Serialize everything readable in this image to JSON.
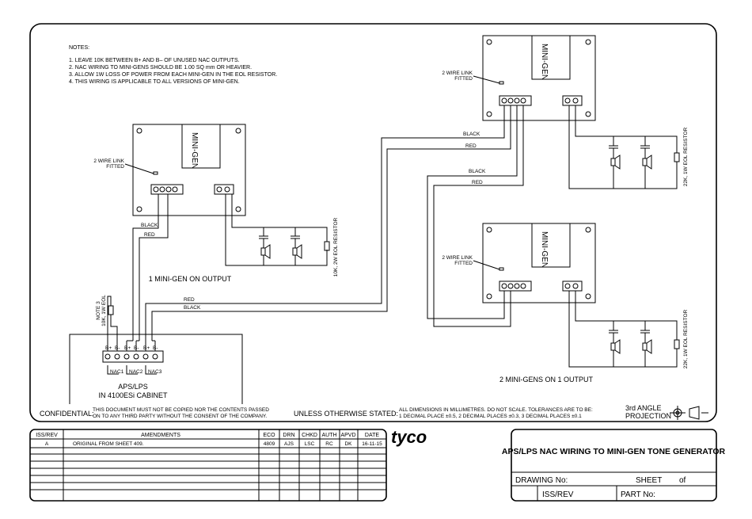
{
  "notes": {
    "heading": "NOTES:",
    "items": [
      "1.  LEAVE 10K BETWEEN B+ AND B– OF UNUSED NAC OUTPUTS.",
      "2.  NAC WIRING TO MINI-GENS SHOULD BE 1.00 SQ mm OR HEAVIER.",
      "3.  ALLOW 1W LOSS OF POWER FROM EACH MINI-GEN IN THE EOL RESISTOR.",
      "4.  THIS WIRING IS APPLICABLE TO ALL VERSIONS OF MINI-GEN."
    ]
  },
  "labels": {
    "mini_gen": "MINI-GEN",
    "two_wire_link": "2 WIRE LINK",
    "fitted": "FITTED",
    "black": "BLACK",
    "red": "RED",
    "eol_2w": "10K, 2W EOL RESISTOR",
    "eol_1w": "22K, 1W EOL RESISTOR",
    "note3_a": "NOTE 3",
    "note3_b": "10K, 1W EOL",
    "one_output": "1 MINI-GEN ON OUTPUT",
    "two_output": "2 MINI-GENS ON 1 OUTPUT",
    "aps_lps": "APS/LPS",
    "cabinet": "IN 4100ESi CABINET",
    "nac1": "NAC1",
    "nac2": "NAC2",
    "nac3": "NAC3",
    "term_b_plus": "B+",
    "term_b_minus": "B-"
  },
  "footer": {
    "confidential_label": "CONFIDENTIAL:",
    "confidential_line1": "THIS DOCUMENT MUST NOT BE COPIED NOR THE CONTENTS PASSED",
    "confidential_line2": "ON TO ANY THIRD PARTY WITHOUT THE CONSENT OF THE COMPANY.",
    "unless": "UNLESS OTHERWISE STATED:",
    "dims_line1": "ALL DIMENSIONS IN MILLIMETRES. DO NOT SCALE. TOLERANCES ARE TO BE:",
    "dims_line2": "1 DECIMAL PLACE ±0.5, 2 DECIMAL PLACES ±0.3, 3 DECIMAL PLACES ±0.1",
    "angle_line1": "3rd ANGLE",
    "angle_line2": "PROJECTION"
  },
  "title_block": {
    "headers": [
      "ISS/REV",
      "AMENDMENTS",
      "ECO",
      "DRN",
      "CHKD",
      "AUTH",
      "APVD",
      "DATE"
    ],
    "rows": [
      [
        "A",
        "ORIGINAL FROM SHEET 409.",
        "4809",
        "AJS",
        "LSC",
        "RC",
        "DK",
        "16-11-15"
      ]
    ],
    "logo": "tyco",
    "title": "APS/LPS NAC WIRING TO MINI-GEN TONE GENERATOR",
    "drawing_no": "DRAWING No:",
    "sheet": "SHEET",
    "of": "of",
    "iss_rev": "ISS/REV",
    "part_no": "PART No:"
  }
}
